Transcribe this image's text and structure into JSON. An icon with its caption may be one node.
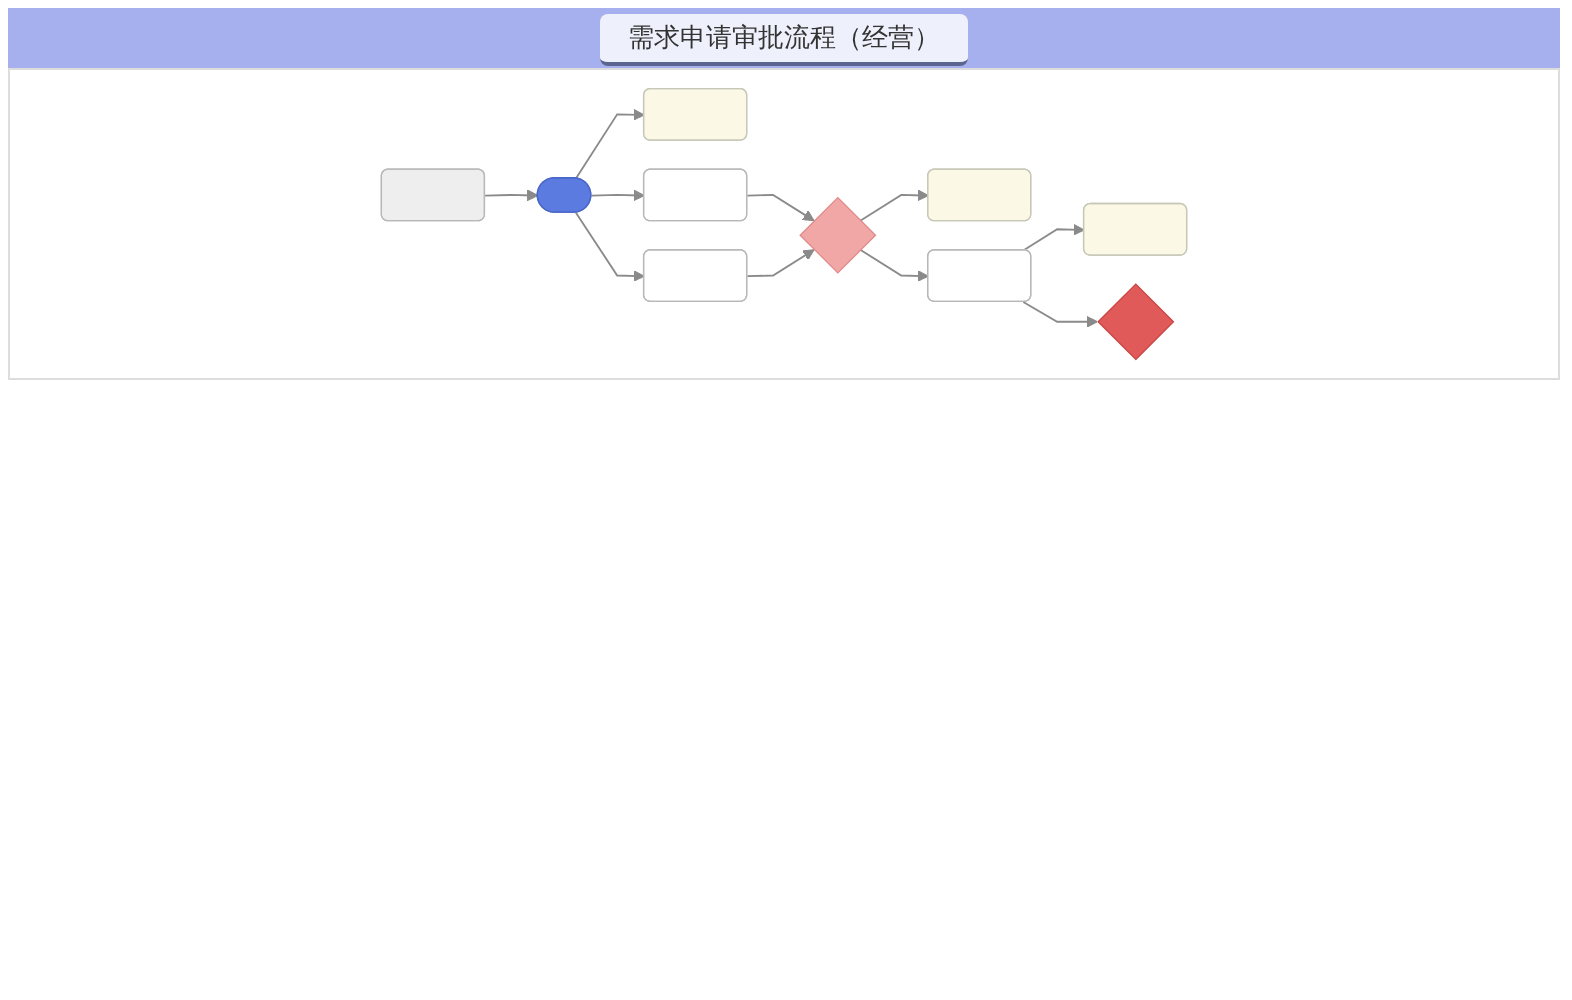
{
  "diagram": {
    "title": "需求申请审批流程（经营）",
    "nodes": [
      {
        "text": [],
        "shape": "box"
      },
      {
        "text": [],
        "shape": "ellipse"
      },
      {
        "text": [],
        "shape": "box"
      },
      {
        "text": [],
        "shape": "box"
      },
      {
        "text": [],
        "shape": "box"
      },
      {
        "text": [],
        "shape": "diamond"
      },
      {
        "text": [],
        "shape": "box"
      },
      {
        "text": [],
        "shape": "box"
      },
      {
        "text": [],
        "shape": "box"
      },
      {
        "text": [],
        "shape": "diamond"
      }
    ],
    "edges": [
      {
        "from": 0,
        "to": 1,
        "arrow": "to"
      },
      {
        "from": 1,
        "to": 2,
        "arrow": "to"
      },
      {
        "from": 1,
        "to": 3,
        "arrow": "to"
      },
      {
        "from": 1,
        "to": 4,
        "arrow": "to"
      },
      {
        "from": 3,
        "to": 5,
        "arrow": "to"
      },
      {
        "from": 4,
        "to": 5,
        "arrow": "to"
      },
      {
        "from": 5,
        "to": 6,
        "arrow": "to"
      },
      {
        "from": 5,
        "to": 7,
        "arrow": "to"
      },
      {
        "from": 7,
        "to": 8,
        "arrow": "to"
      },
      {
        "from": 7,
        "to": 9,
        "arrow": "to"
      }
    ]
  }
}
